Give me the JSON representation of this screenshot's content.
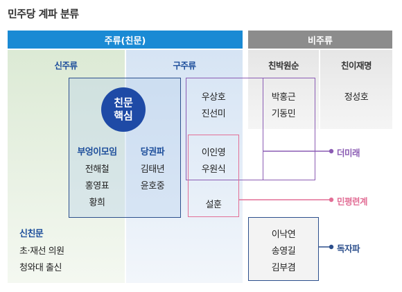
{
  "title": "민주당 계파 분류",
  "top_bars": {
    "mainstream": "주류(친문)",
    "nonmainstream": "비주류"
  },
  "columns": {
    "new_mainstream": "신주류",
    "old_mainstream": "구주류",
    "pro_park": "친박원순",
    "pro_lee": "친이재명"
  },
  "core_circle": {
    "line1": "친문",
    "line2": "핵심"
  },
  "new_mainstream_groups": {
    "group1_title": "부엉이모임",
    "group1_members": [
      "전해철",
      "홍영표",
      "황희"
    ],
    "group2_title": "당권파",
    "group2_members": [
      "김태년",
      "윤호중"
    ]
  },
  "sinchinmun": {
    "title": "신친문",
    "line1": "초·재선 의원",
    "line2": "청와대 출신"
  },
  "old_mainstream_members": {
    "top": [
      "우상호",
      "진선미"
    ],
    "middle": [
      "이인영",
      "우원식"
    ],
    "bottom": "설훈"
  },
  "pro_park_members": [
    "박홍근",
    "기동민"
  ],
  "pro_lee_members": [
    "정성호"
  ],
  "independent_members": [
    "이낙연",
    "송영길",
    "김부겸"
  ],
  "side_labels": {
    "deomirae": "더미래",
    "minpyeong": "민평련계",
    "dokja": "독자파"
  },
  "colors": {
    "mainstream_bar": "#1a8ad4",
    "nonmainstream_bar": "#8c8c8c",
    "new_col_bg": "#e4efdf",
    "old_col_bg": "#dfe8f5",
    "non_col_bg": "#ececec",
    "navy": "#2c4f8c",
    "purple": "#8a5bb3",
    "pink": "#e26f96",
    "core": "#1e4aa6"
  }
}
